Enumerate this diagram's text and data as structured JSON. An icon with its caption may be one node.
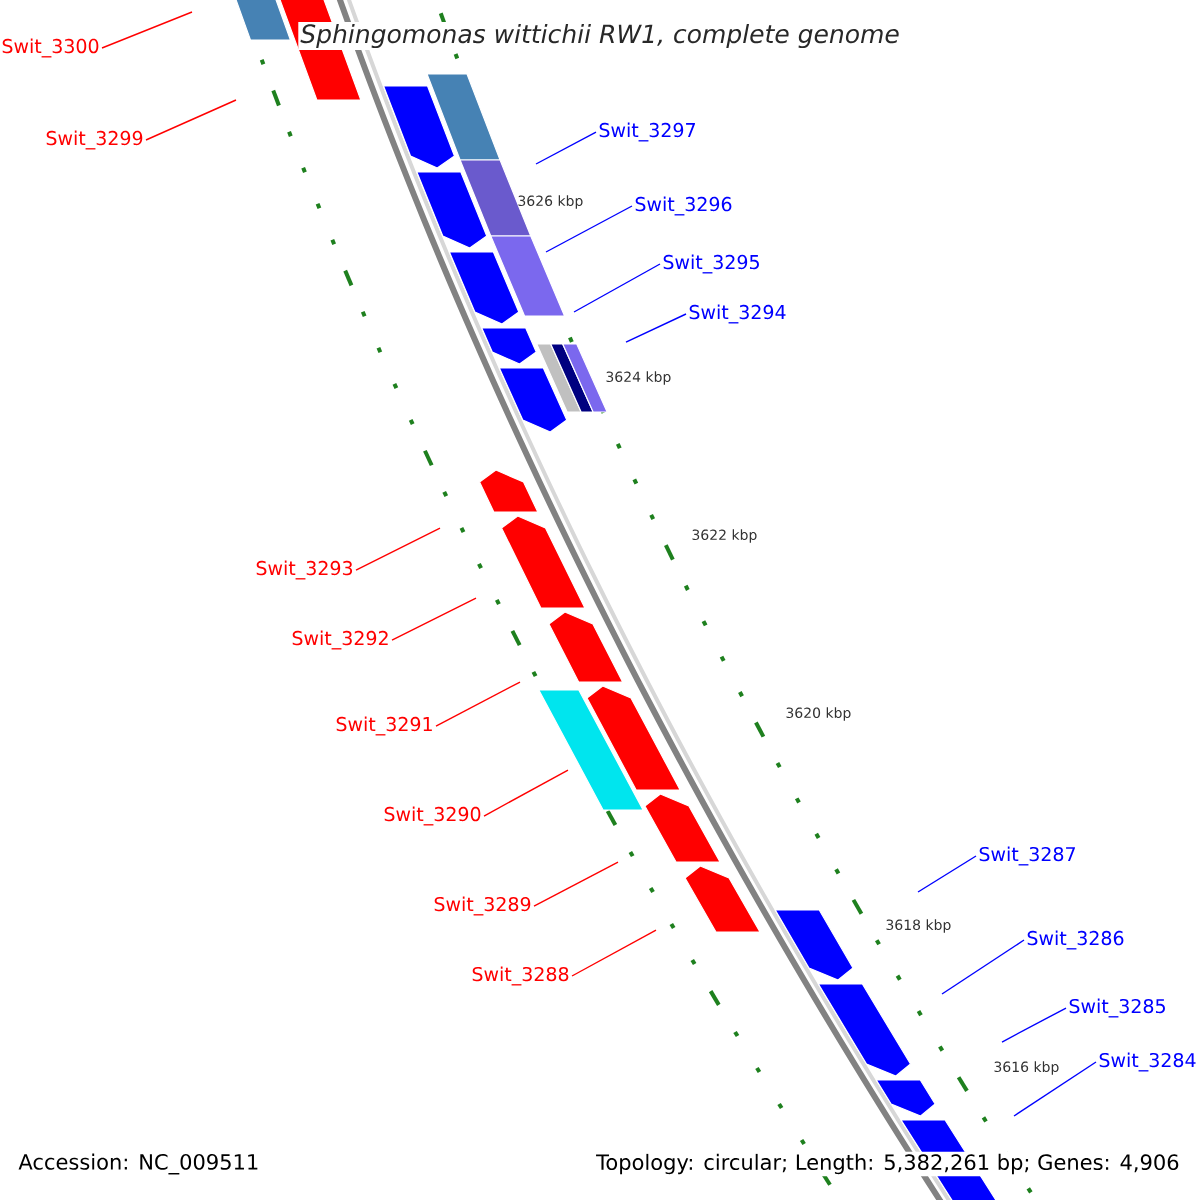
{
  "diagram": {
    "title": "Sphingomonas wittichii RW1, complete genome",
    "nodes": [
      {
        "text": [
          "Swit_3300"
        ]
      },
      {
        "text": [
          "Swit_3297"
        ]
      },
      {
        "text": [
          "Swit_3299"
        ]
      },
      {
        "text": [
          "Swit_3296"
        ]
      },
      {
        "text": [
          "Swit_3295"
        ]
      },
      {
        "text": [
          "Swit_3294"
        ]
      },
      {
        "text": [
          "Swit_3293"
        ]
      },
      {
        "text": [
          "Swit_3292"
        ]
      },
      {
        "text": [
          "Swit_3291"
        ]
      },
      {
        "text": [
          "Swit_3290"
        ]
      },
      {
        "text": [
          "Swit_3287"
        ]
      },
      {
        "text": [
          "Swit_3289"
        ]
      },
      {
        "text": [
          "Swit_3286"
        ]
      },
      {
        "text": [
          "Swit_3288"
        ]
      },
      {
        "text": [
          "Swit_3285"
        ]
      },
      {
        "text": [
          "Swit_3284"
        ]
      }
    ],
    "edges": [
      {
        "from": 0,
        "to": null,
        "arrow": "none",
        "color": "#ff0000"
      },
      {
        "from": 1,
        "to": null,
        "arrow": "none",
        "color": "#0000ff"
      },
      {
        "from": 2,
        "to": null,
        "arrow": "none",
        "color": "#ff0000"
      },
      {
        "from": 3,
        "to": null,
        "arrow": "none",
        "color": "#0000ff"
      },
      {
        "from": 4,
        "to": null,
        "arrow": "none",
        "color": "#0000ff"
      },
      {
        "from": 5,
        "to": null,
        "arrow": "none",
        "color": "#0000ff"
      },
      {
        "from": 6,
        "to": null,
        "arrow": "none",
        "color": "#ff0000"
      },
      {
        "from": 7,
        "to": null,
        "arrow": "none",
        "color": "#ff0000"
      },
      {
        "from": 8,
        "to": null,
        "arrow": "none",
        "color": "#ff0000"
      },
      {
        "from": 9,
        "to": null,
        "arrow": "none",
        "color": "#ff0000"
      },
      {
        "from": 10,
        "to": null,
        "arrow": "none",
        "color": "#0000ff"
      },
      {
        "from": 11,
        "to": null,
        "arrow": "none",
        "color": "#ff0000"
      },
      {
        "from": 12,
        "to": null,
        "arrow": "none",
        "color": "#0000ff"
      },
      {
        "from": 13,
        "to": null,
        "arrow": "none",
        "color": "#ff0000"
      },
      {
        "from": 14,
        "to": null,
        "arrow": "none",
        "color": "#0000ff"
      },
      {
        "from": 15,
        "to": null,
        "arrow": "none",
        "color": "#0000ff"
      }
    ],
    "labels": [
      "3626 kbp",
      "3624 kbp",
      "3622 kbp",
      "3620 kbp",
      "3618 kbp",
      "3616 kbp",
      "Accession: NC_009511",
      "Topology: circular; Length: 5,382,261 bp; Genes: 4,906"
    ]
  }
}
